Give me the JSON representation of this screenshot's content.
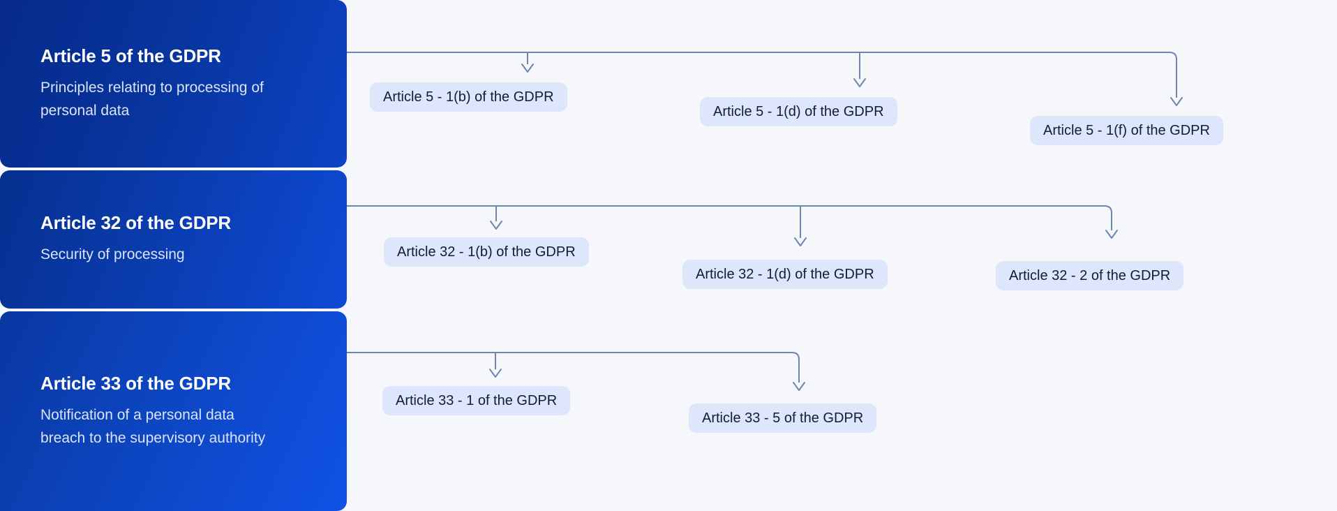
{
  "diagram": {
    "type": "hierarchy-flow",
    "background_color": "#f5f7fb",
    "connector_color": "#6d86ae",
    "pill_background": "#dde6fa",
    "pill_text_color": "#111c36",
    "groups": [
      {
        "title": "Article 5 of the GDPR",
        "subtitle": "Principles relating to processing of personal data",
        "gradient_from": "#062a8a",
        "gradient_to": "#0c43c4",
        "children": [
          {
            "label": "Article 5 - 1(b) of the GDPR"
          },
          {
            "label": "Article 5 - 1(d) of the GDPR"
          },
          {
            "label": "Article 5 - 1(f) of the GDPR"
          }
        ]
      },
      {
        "title": "Article 32 of the GDPR",
        "subtitle": "Security of processing",
        "gradient_from": "#06308f",
        "gradient_to": "#0f4ad6",
        "children": [
          {
            "label": "Article 32 - 1(b) of the GDPR"
          },
          {
            "label": "Article 32 - 1(d) of the GDPR"
          },
          {
            "label": "Article 32 - 2 of the GDPR"
          }
        ]
      },
      {
        "title": "Article 33 of the GDPR",
        "subtitle": "Notification of a personal data breach to the supervisory authority",
        "gradient_from": "#0a37a1",
        "gradient_to": "#1152e6",
        "children": [
          {
            "label": "Article 33 - 1 of the GDPR"
          },
          {
            "label": "Article 33 - 5 of the GDPR"
          }
        ]
      }
    ]
  }
}
